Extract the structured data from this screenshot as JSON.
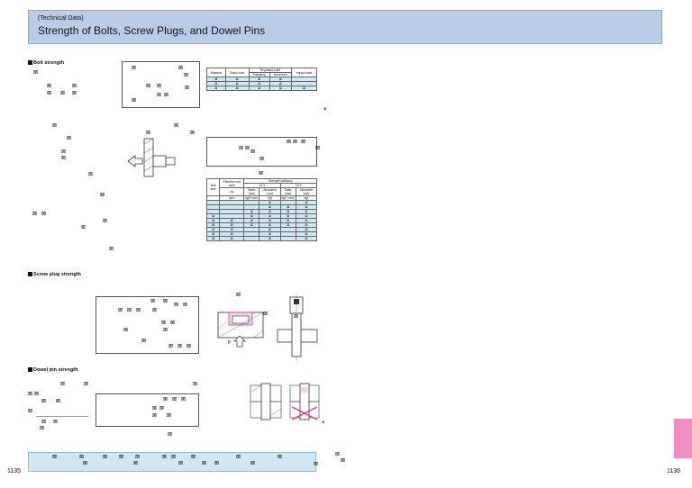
{
  "header": {
    "subtitle": "(Technical Data)",
    "title": "Strength of Bolts, Screw Plugs, and Dowel Pins"
  },
  "sections": {
    "bolt": "Bolt strength",
    "screw": "Screw plug strength",
    "dowel": "Dowel pin strength"
  },
  "glyph": "⊠",
  "table1": {
    "material": "Material",
    "static_load": "Static load",
    "repeated_load": "Repeated load",
    "pulsating": "Pulsating",
    "reversed": "Reversed",
    "impact_load": "Impact load"
  },
  "table2": {
    "bolt_size": "Bolt size",
    "effective": "Effective bolt area",
    "as": "As",
    "mm2": "mm²",
    "strength_category": "Strength category",
    "cat1": "12.9",
    "cat2": "10.9",
    "static_load": "Static load",
    "allowable_load": "Allowable load",
    "unit1": "kgf / mm²",
    "unit2": "kgf"
  },
  "diagram": {
    "p_label": "P"
  },
  "pages": {
    "left": "1135",
    "right": "1136"
  }
}
